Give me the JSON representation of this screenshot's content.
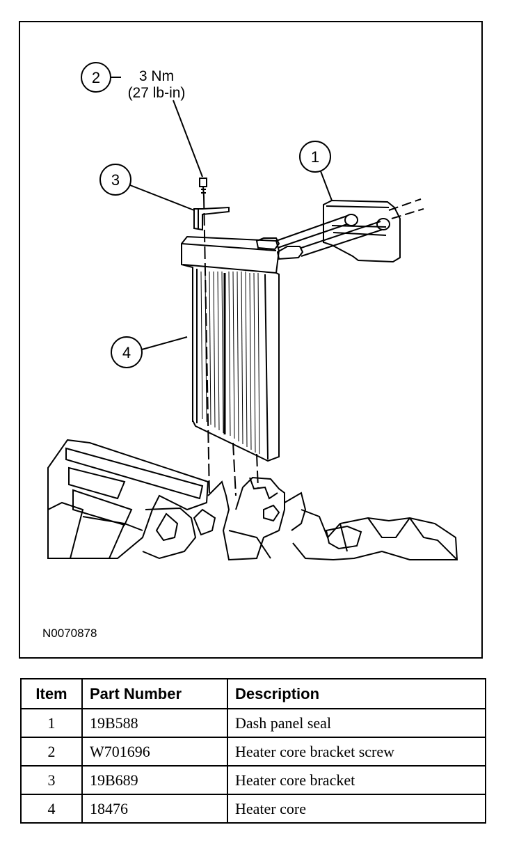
{
  "figure": {
    "id_label": "N0070878",
    "callouts": [
      {
        "number": "1"
      },
      {
        "number": "2",
        "torque": [
          "3 Nm",
          "(27 lb-in)"
        ]
      },
      {
        "number": "3"
      },
      {
        "number": "4"
      }
    ]
  },
  "table": {
    "headers": [
      "Item",
      "Part Number",
      "Description"
    ],
    "rows": [
      {
        "item": "1",
        "part_number": "19B588",
        "description": "Dash panel seal"
      },
      {
        "item": "2",
        "part_number": "W701696",
        "description": "Heater core bracket screw"
      },
      {
        "item": "3",
        "part_number": "19B689",
        "description": "Heater core bracket"
      },
      {
        "item": "4",
        "part_number": "18476",
        "description": "Heater core"
      }
    ]
  }
}
